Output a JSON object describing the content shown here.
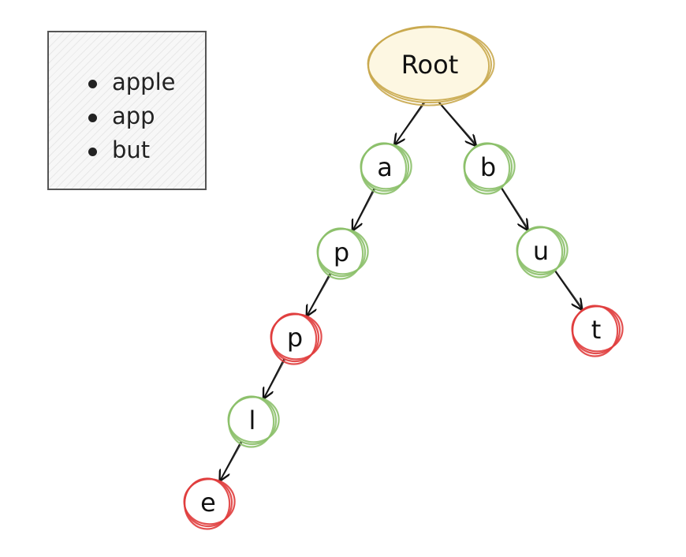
{
  "word_list": {
    "items": [
      "apple",
      "app",
      "but"
    ]
  },
  "trie": {
    "root": {
      "label": "Root",
      "color": "#c9a94e",
      "fill": "#fdf7e2"
    },
    "nodes": [
      {
        "id": "a",
        "label": "a",
        "color": "#8cc06a",
        "parent": "root"
      },
      {
        "id": "b",
        "label": "b",
        "color": "#8cc06a",
        "parent": "root"
      },
      {
        "id": "p1",
        "label": "p",
        "color": "#8cc06a",
        "parent": "a"
      },
      {
        "id": "p2",
        "label": "p",
        "color": "#e03d3d",
        "parent": "p1"
      },
      {
        "id": "l",
        "label": "l",
        "color": "#8cc06a",
        "parent": "p2"
      },
      {
        "id": "e",
        "label": "e",
        "color": "#e03d3d",
        "parent": "l"
      },
      {
        "id": "u",
        "label": "u",
        "color": "#8cc06a",
        "parent": "b"
      },
      {
        "id": "t",
        "label": "t",
        "color": "#e03d3d",
        "parent": "u"
      }
    ]
  },
  "colors": {
    "edge": "#111111",
    "box_border": "#555555"
  }
}
